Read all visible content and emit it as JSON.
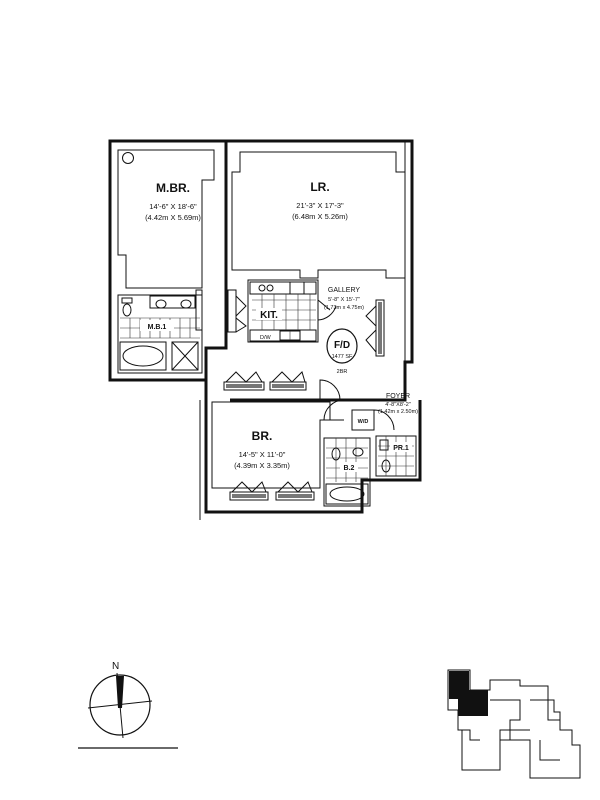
{
  "rooms": {
    "master_bedroom": {
      "name": "M.BR.",
      "dim_ft": "14'-6\" X 18'-6\"",
      "dim_m": "(4.42m X 5.69m)"
    },
    "living_room": {
      "name": "LR.",
      "dim_ft": "21'-3\" X 17'-3\"",
      "dim_m": "(6.48m X 5.26m)"
    },
    "gallery": {
      "name": "GALLERY",
      "dim_ft": "5'-8\" X 15'-7\"",
      "dim_m": "(1.73m x 4.75m)"
    },
    "kitchen": {
      "name": "KIT.",
      "dw": "D/W"
    },
    "master_bath": {
      "name": "M.B.1"
    },
    "bedroom": {
      "name": "BR.",
      "dim_ft": "14'-5\" X 11'-0\"",
      "dim_m": "(4.39m X 3.35m)"
    },
    "foyer": {
      "name": "FOYER",
      "dim_ft": "4'-8\"X8'-2\"",
      "dim_m": "(1.42m x 2.50m)"
    },
    "powder_room": {
      "name": "PR.1"
    },
    "bath_2": {
      "name": "B.2"
    },
    "washer_dryer": {
      "name": "W/D"
    }
  },
  "unit_badge": {
    "code": "F/D",
    "area": "1477 SF",
    "type": "2BR"
  },
  "compass": {
    "north_label": "N"
  }
}
